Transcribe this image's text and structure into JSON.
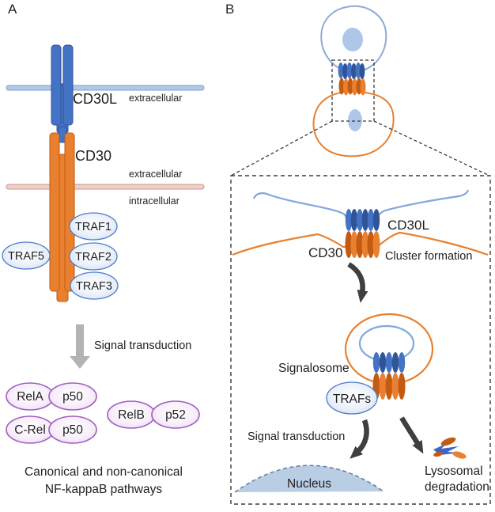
{
  "panel_a": {
    "label": "A",
    "cd30l": "CD30L",
    "cd30": "CD30",
    "extracellular_top": "extracellular",
    "extracellular_bottom": "extracellular",
    "intracellular": "intracellular",
    "trafs": {
      "traf1": "TRAF1",
      "traf2": "TRAF2",
      "traf3": "TRAF3",
      "traf5": "TRAF5"
    },
    "signal_transduction": "Signal transduction",
    "dimers": {
      "rela": "RelA",
      "p50a": "p50",
      "crel": "C-Rel",
      "p50b": "p50",
      "relb": "RelB",
      "p52": "p52"
    },
    "caption_line1": "Canonical and non-canonical",
    "caption_line2": "NF-kappaB pathways"
  },
  "panel_b": {
    "label": "B",
    "cd30l": "CD30L",
    "cd30": "CD30",
    "cluster_formation": "Cluster formation",
    "signalosome": "Signalosome",
    "trafs": "TRAFs",
    "signal_transduction": "Signal transduction",
    "nucleus": "Nucleus",
    "lysosomal_line1": "Lysosomal",
    "lysosomal_line2": "degradation"
  },
  "colors": {
    "blue": "#4472C4",
    "dark_blue": "#2F5597",
    "orange": "#E8802F",
    "dark_orange": "#C55A11",
    "membrane_blue": "#B4C7E7",
    "membrane_pink": "#F2CEC9",
    "cell_outline_blue": "#8FAADC",
    "nucleus_blue": "#AEC6E8",
    "purple": "#A05EC0",
    "gray_arrow": "#B3B3B3",
    "dark_arrow": "#3F3F3F"
  }
}
